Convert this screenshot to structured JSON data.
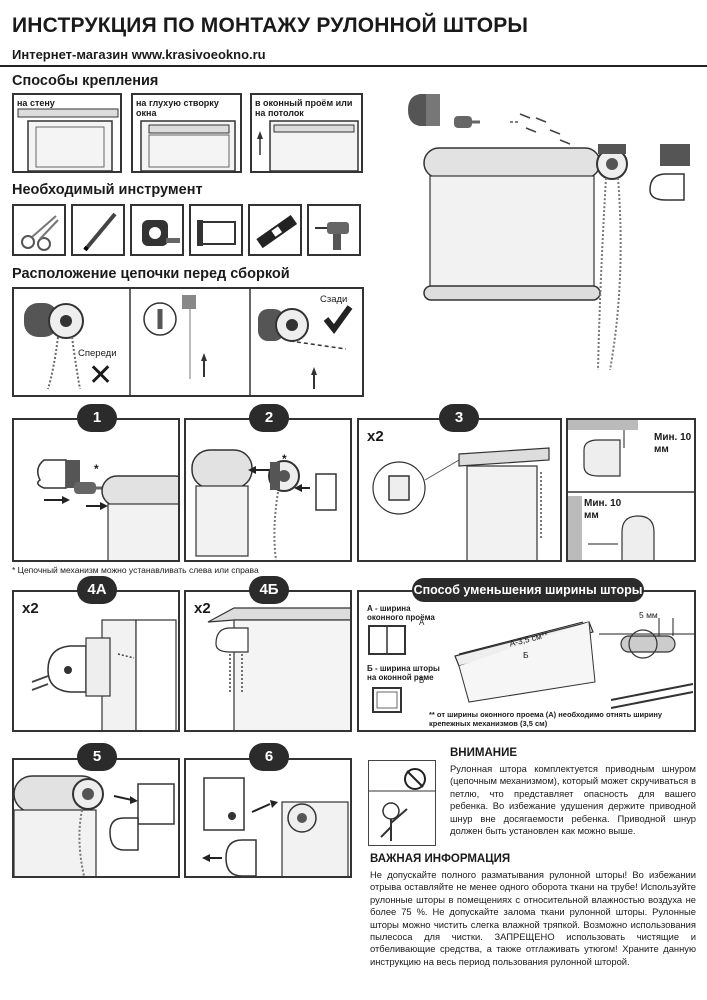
{
  "header": {
    "title": "ИНСТРУКЦИЯ ПО МОНТАЖУ РУЛОННОЙ ШТОРЫ",
    "shop": "Интернет-магазин www.krasivoeokno.ru"
  },
  "mounting": {
    "title": "Способы крепления",
    "methods": [
      {
        "label": "на стену"
      },
      {
        "label": "на глухую створку окна"
      },
      {
        "label": "в оконный проём или на потолок"
      }
    ]
  },
  "tools": {
    "title": "Необходимый инструмент",
    "items": [
      "scissors-icon",
      "pencil-icon",
      "tape-measure-icon",
      "saw-icon",
      "level-icon",
      "drill-icon"
    ]
  },
  "chain": {
    "title": "Расположение цепочки перед сборкой",
    "front_label": "Спереди",
    "back_label": "Сзади"
  },
  "steps": {
    "s1": "1",
    "s2": "2",
    "s3": "3",
    "s4a": "4А",
    "s4b": "4Б",
    "s5": "5",
    "s6": "6",
    "x2": "x2",
    "asterisk": "*",
    "min_gap": "Мин. 10 мм",
    "footnote": "* Цепочный механизм можно устанавливать слева или справа"
  },
  "reduce": {
    "title": "Способ уменьшения ширины шторы",
    "a_label": "А - ширина оконного проёма",
    "b_label": "Б - ширина шторы на оконной раме",
    "dim": "А-3,5 см**",
    "dim_b": "Б",
    "gap": "5 мм",
    "a_mark": "А",
    "b_mark": "Б",
    "note": "** от ширины оконного проема (А) необходимо отнять ширину крепежных механизмов (3,5 см)"
  },
  "warning": {
    "title": "ВНИМАНИЕ",
    "text": "Рулонная штора комплектуется приводным шнуром (цепочным механизмом), который может скручиваться в петлю, что представляет опасность для вашего ребенка. Во избежание удушения держите приводной шнур вне досягаемости ребенка. Приводной шнур должен быть установлен как можно выше."
  },
  "info": {
    "title": "ВАЖНАЯ ИНФОРМАЦИЯ",
    "text": "Не допускайте полного разматывания рулонной шторы! Во избежании отрыва оставляйте не менее одного оборота ткани на трубе! Используйте рулонные шторы в помещениях с относительной влажностью воздуха не более 75 %. Не допускайте залома ткани рулонной шторы. Рулонные шторы можно чистить слегка влажной тряпкой. Возможно использования пылесоса для чистки. ЗАПРЕЩЕНО использовать чистящие и отбеливающие средства, а также отглаживать утюгом! Храните данную инструкцию на весь период пользования рулонной шторой."
  },
  "colors": {
    "ink": "#1a1a1a",
    "line": "#333333",
    "badge": "#2b2b2b",
    "gray": "#bfbfbf"
  }
}
